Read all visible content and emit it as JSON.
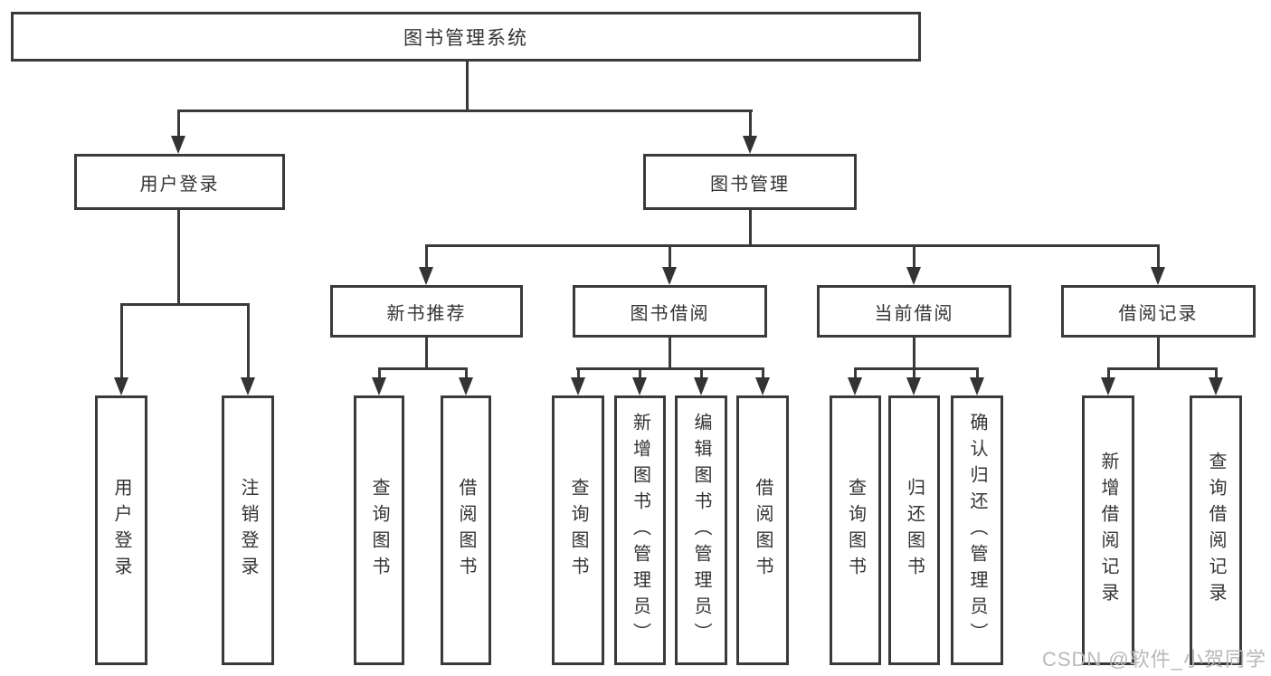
{
  "colors": {
    "line": "#3a3a3a",
    "text": "#333333",
    "watermark": "#b9b9b9",
    "background": "#ffffff"
  },
  "tree": {
    "root": {
      "label": "图书管理系统"
    },
    "children": [
      {
        "label": "用户登录",
        "leaves": [
          {
            "label": "用户登录"
          },
          {
            "label": "注销登录"
          }
        ]
      },
      {
        "label": "图书管理",
        "children": [
          {
            "label": "新书推荐",
            "leaves": [
              {
                "label": "查询图书"
              },
              {
                "label": "借阅图书"
              }
            ]
          },
          {
            "label": "图书借阅",
            "leaves": [
              {
                "label": "查询图书"
              },
              {
                "label": "新增图书（管理员）"
              },
              {
                "label": "编辑图书（管理员）"
              },
              {
                "label": "借阅图书"
              }
            ]
          },
          {
            "label": "当前借阅",
            "leaves": [
              {
                "label": "查询图书"
              },
              {
                "label": "归还图书"
              },
              {
                "label": "确认归还（管理员）"
              }
            ]
          },
          {
            "label": "借阅记录",
            "leaves": [
              {
                "label": "新增借阅记录"
              },
              {
                "label": "查询借阅记录"
              }
            ]
          }
        ]
      }
    ]
  },
  "watermark": {
    "text": "CSDN @软件_小贺同学"
  }
}
